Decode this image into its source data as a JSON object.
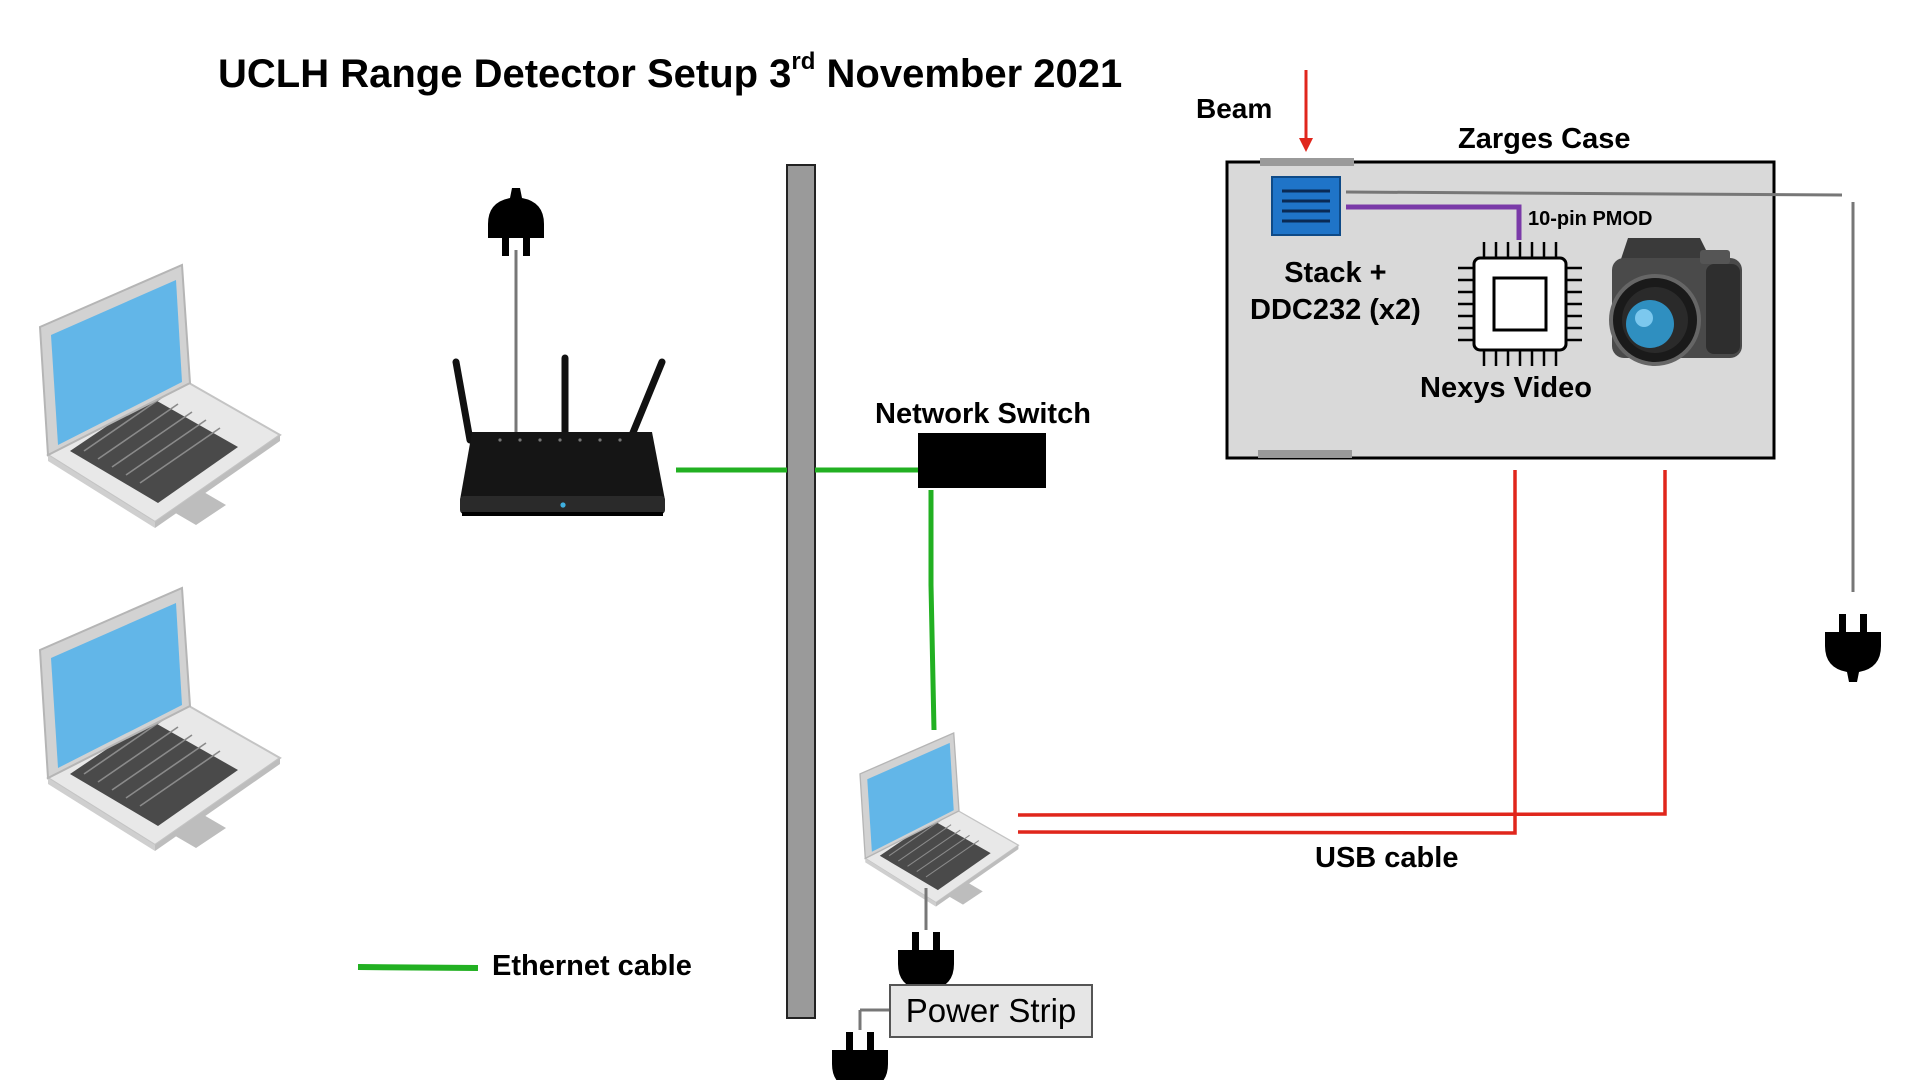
{
  "title": {
    "main": "UCLH Range Detector Setup 3",
    "superscript": "rd",
    "suffix": " November 2021"
  },
  "labels": {
    "beam": "Beam",
    "zarges_case": "Zarges Case",
    "pmod": "10-pin PMOD",
    "stack_line1": "Stack +",
    "stack_line2": "DDC232 (x2)",
    "nexys_video": "Nexys Video",
    "network_switch": "Network Switch",
    "usb_cable": "USB cable",
    "ethernet_cable": "Ethernet cable",
    "power_strip": "Power Strip"
  },
  "colors": {
    "ethernet": "#22b022",
    "usb": "#e0261c",
    "pmod": "#7a3aa8",
    "power_cable": "#777777",
    "wall": "#9a9a9a",
    "case_fill": "#d9d9d9",
    "laptop_screen": "#62b6e8",
    "detector_blue": "#1f74c8"
  },
  "icons": [
    "laptop-icon",
    "router-icon",
    "plug-icon",
    "chip-icon",
    "camera-icon",
    "detector-icon"
  ]
}
